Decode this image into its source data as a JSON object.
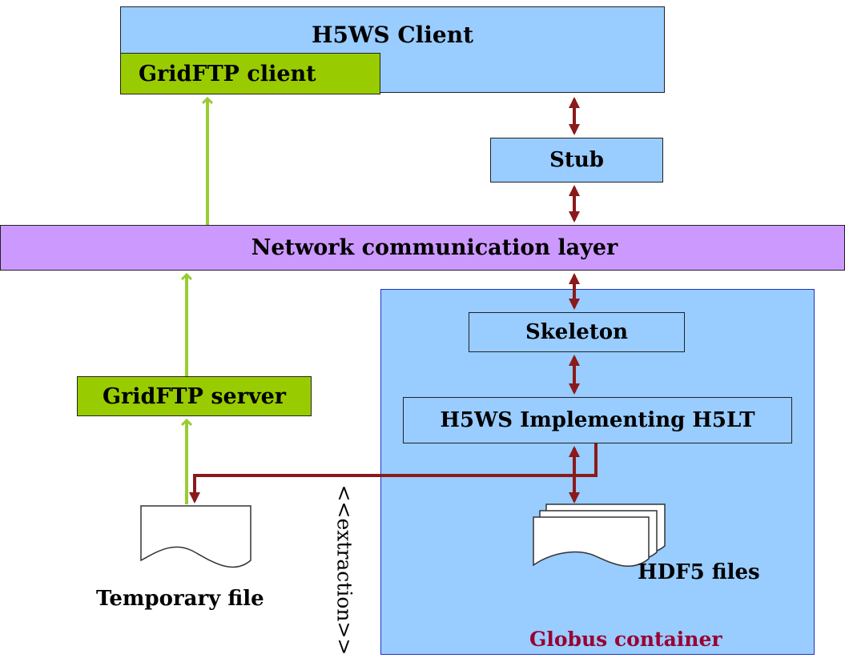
{
  "client": {
    "title": "H5WS Client",
    "gridftp_client": "GridFTP client"
  },
  "stub": "Stub",
  "network": "Network communication layer",
  "globus": {
    "label": "Globus container",
    "skeleton": "Skeleton",
    "implementation": "H5WS Implementing H5LT",
    "hdf5_files": "HDF5 files"
  },
  "gridftp_server": "GridFTP server",
  "temporary_file": "Temporary file",
  "extraction": "<<extraction>>",
  "colors": {
    "box_blue": "#99ccff",
    "box_green": "#99cc00",
    "layer_purple": "#cc99ff",
    "arrow_green": "#99cc33",
    "arrow_darkred": "#8b1a1a",
    "globus_label": "#990033",
    "container_border": "#2233bb"
  }
}
